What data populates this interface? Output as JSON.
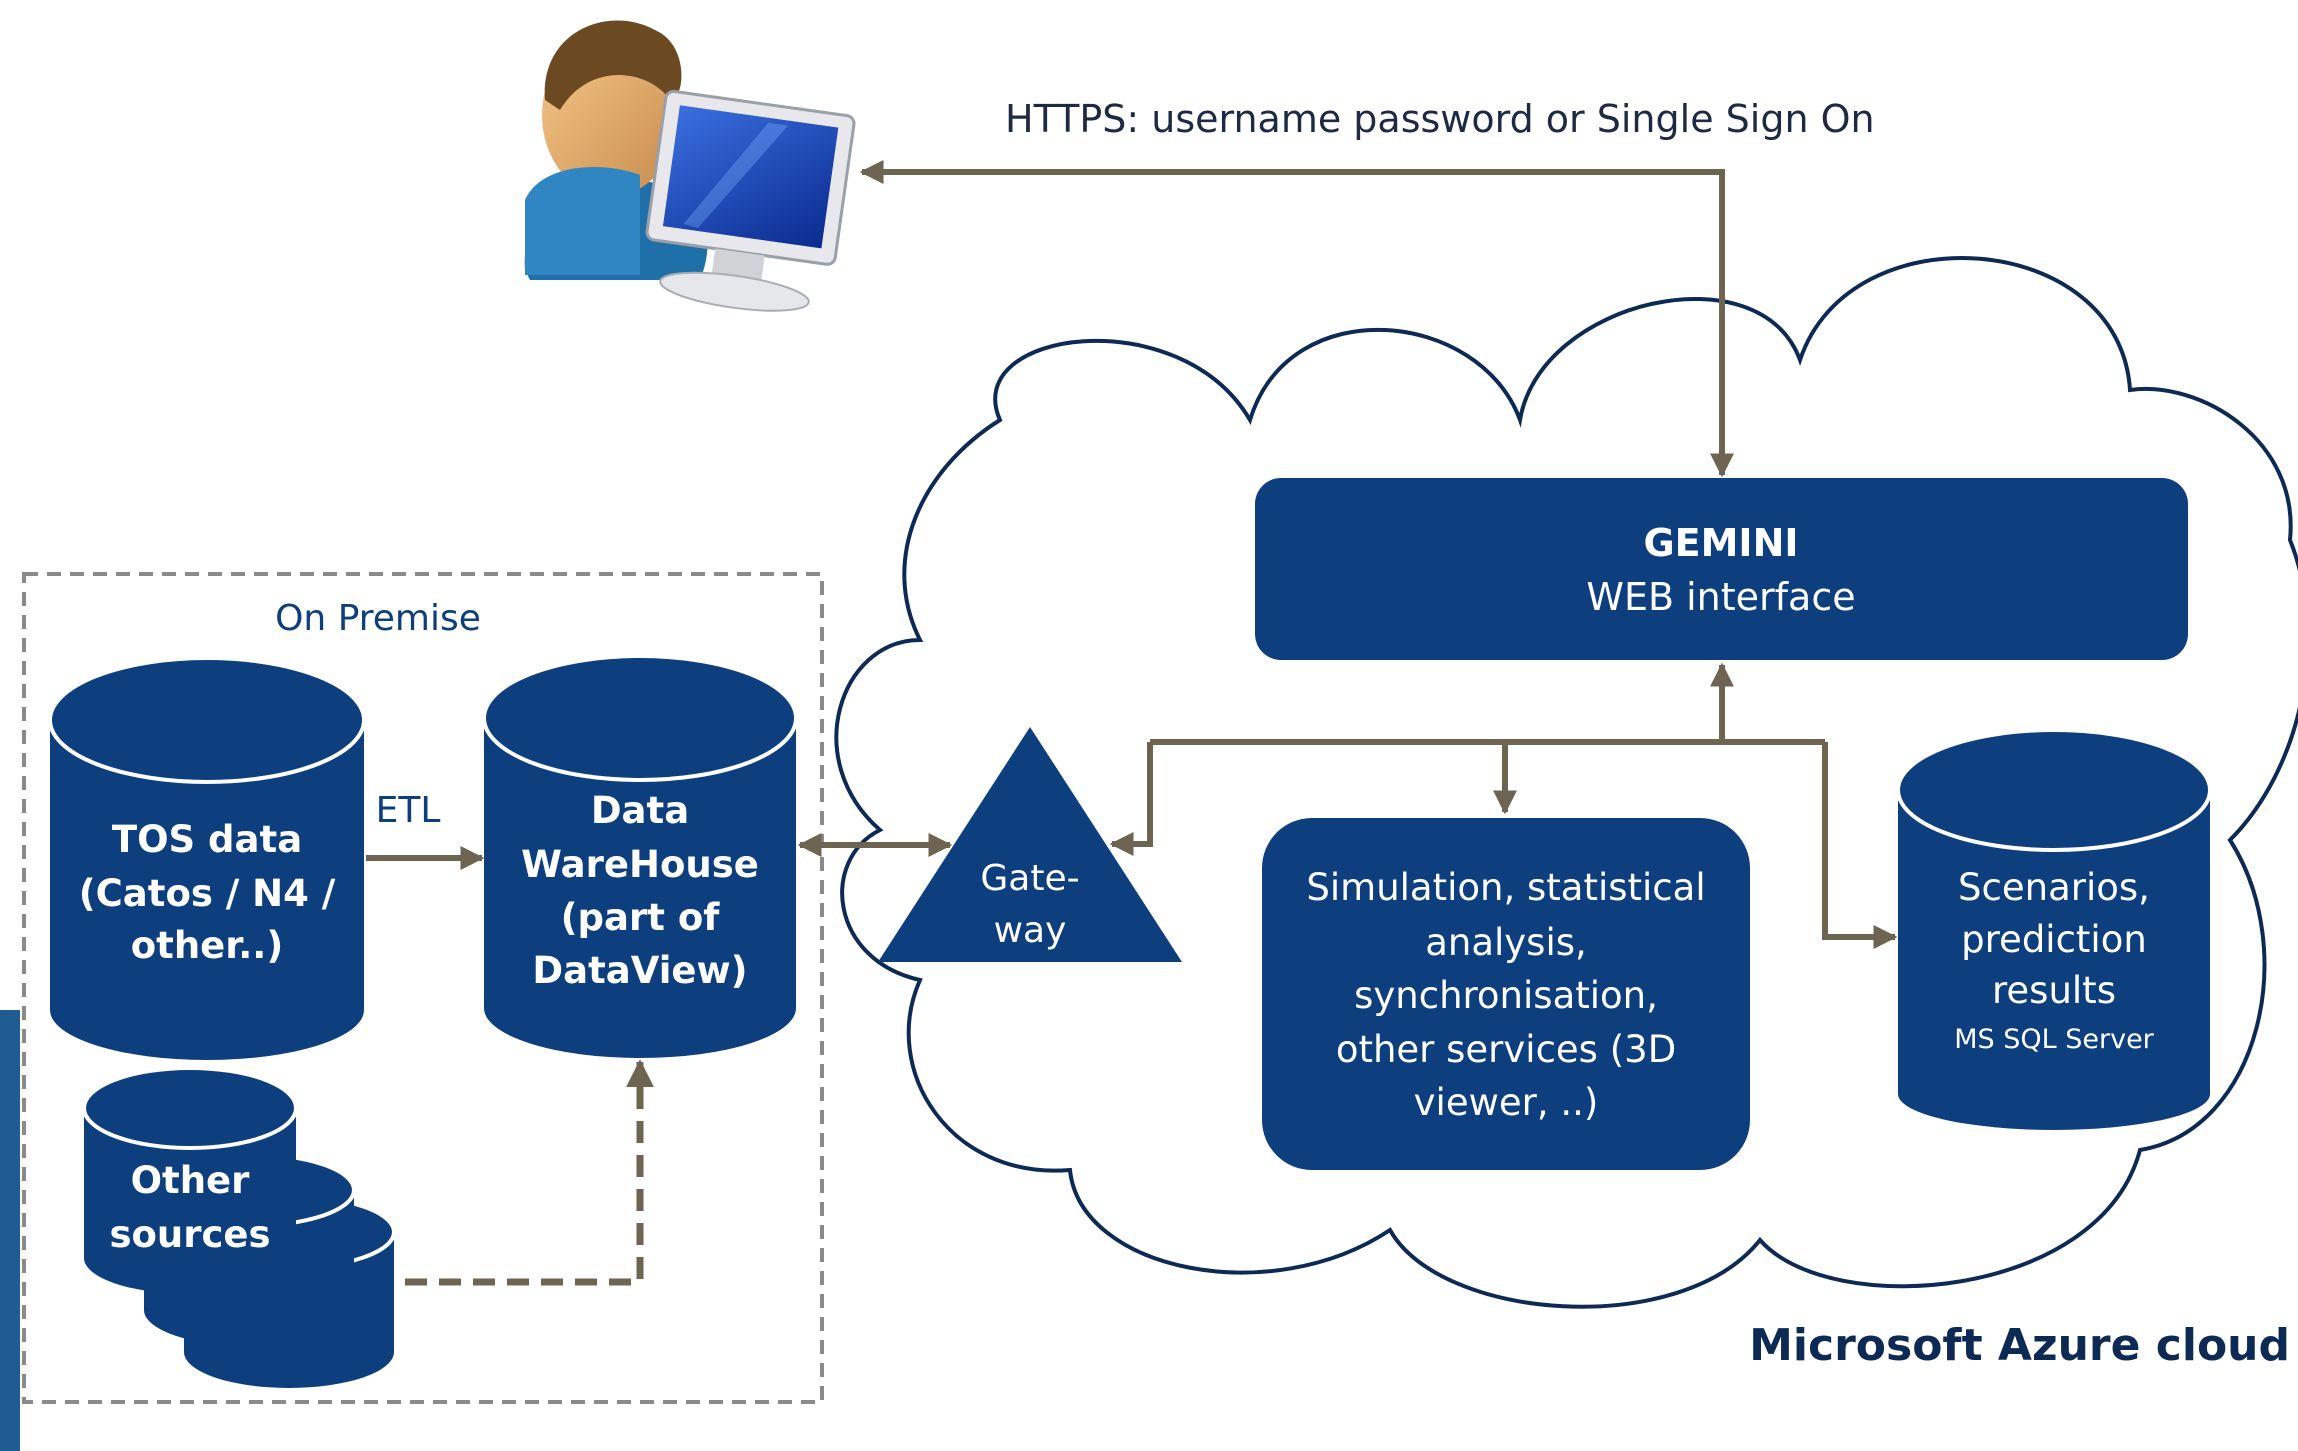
{
  "https_label": "HTTPS: username password or Single Sign On",
  "on_premise_label": "On Premise",
  "etl_label": "ETL",
  "tos_data": [
    "TOS data",
    "(Catos / N4 /",
    "other..)"
  ],
  "data_warehouse": [
    "Data",
    "WareHouse",
    "(part of",
    "DataView)"
  ],
  "other_sources": [
    "Other",
    "sources"
  ],
  "gateway": [
    "Gate-",
    "way"
  ],
  "gemini": {
    "title": "GEMINI",
    "subtitle": "WEB interface"
  },
  "services": [
    "Simulation, statistical",
    "analysis,",
    "synchronisation,",
    "other services (3D",
    "viewer, ..)"
  ],
  "scenarios": [
    "Scenarios,",
    "prediction",
    "results"
  ],
  "scenarios_db_label": "MS SQL Server",
  "azure_label": "Microsoft Azure cloud",
  "colors": {
    "navy": "#0d3f7e",
    "arrow": "#6e6452",
    "dashed_border": "#8a8a8a",
    "cloud_outline": "#0d2a55",
    "side_bar": "#1f5c92"
  },
  "icons": {
    "user_workstation": "user-computer-icon"
  }
}
